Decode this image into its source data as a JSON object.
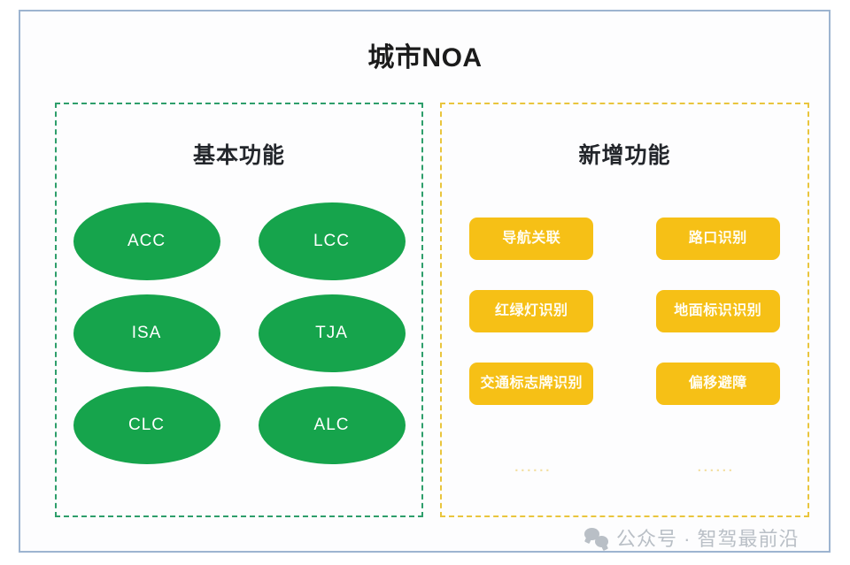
{
  "diagram": {
    "title": "城市NOA",
    "frame_color": "#9db4d0",
    "panels": [
      {
        "id": "basic",
        "heading": "基本功能",
        "border_color": "#2e9e6b",
        "node_color": "#16a44c",
        "node_shape": "ellipse",
        "nodes": [
          {
            "label": "ACC"
          },
          {
            "label": "LCC"
          },
          {
            "label": "ISA"
          },
          {
            "label": "TJA"
          },
          {
            "label": "CLC"
          },
          {
            "label": "ALC"
          }
        ]
      },
      {
        "id": "new",
        "heading": "新增功能",
        "border_color": "#e9c53d",
        "node_color": "#f6c016",
        "node_shape": "rounded-rect",
        "nodes": [
          {
            "label": "导航关联"
          },
          {
            "label": "路口识别"
          },
          {
            "label": "红绿灯识别"
          },
          {
            "label": "地面标识识别"
          },
          {
            "label": "交通标志牌识别"
          },
          {
            "label": "偏移避障"
          }
        ],
        "continuation": [
          {
            "label": "······"
          },
          {
            "label": "······"
          }
        ]
      }
    ]
  },
  "watermark": {
    "icon": "wechat-icon",
    "text": "公众号 · 智驾最前沿"
  }
}
